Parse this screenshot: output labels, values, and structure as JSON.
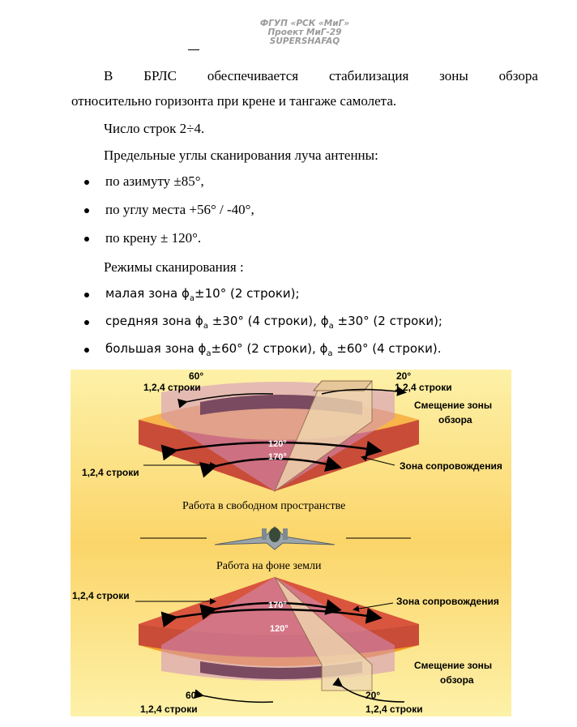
{
  "header": {
    "line1": "ФГУП «РСК «МиГ»",
    "line2": "Проект МиГ-29",
    "line3": "SUPERSHAFAQ"
  },
  "para1_words": [
    "В",
    "БРЛС",
    "обеспечивается",
    "стабилизация",
    "зоны",
    "обзора"
  ],
  "para1_line2": "относительно горизонта при крене и тангаже самолета.",
  "lines_count": "Число строк 2÷4.",
  "scan_limits_heading": "Предельные углы сканирования луча антенны:",
  "scan_limits": [
    "по азимуту ±85°,",
    "по углу места +56° / -40°,",
    "по крену  ± 120°."
  ],
  "modes_heading": "Режимы  сканирования :",
  "modes": [
    {
      "a": "малая зона ϕ",
      "b": "±10° (2 строки);"
    },
    {
      "a": "средняя зона ϕ",
      "b": " ±30°  (4 строки), ϕ",
      "c": " ±30° (2 строки);"
    },
    {
      "a": "большая зона ϕ",
      "b": "±60°  (2 строки), ϕ",
      "c": " ±60° (4 строки)."
    }
  ],
  "sub_a": "a",
  "figure": {
    "top_60": "60°",
    "top_lines_left": "1,2,4 строки",
    "top_20": "20°",
    "top_lines_right": "1,2,4 строки",
    "shift_1": "Смещение зоны",
    "shift_2": "обзора",
    "top_120": "120°",
    "top_170": "170°",
    "left_lines_top": "1,2,4 строки",
    "track_zone_top": "Зона сопровождения",
    "caption_free": "Работа в свободном пространстве",
    "caption_ground": "Работа на фоне земли",
    "left_lines_bottom": "1,2,4 строки",
    "bot_170": "170°",
    "bot_120": "120°",
    "track_zone_bottom": "Зона сопровождения",
    "bshift_1": "Смещение зоны",
    "bshift_2": "обзора",
    "bot_60": "60°",
    "bot_lines_left": "1,2,4 строки",
    "bot_20": "20°",
    "bot_lines_right": "1,2,4 строки",
    "colors": {
      "bg_top": "#fdf1a8",
      "bg_mid": "#fbd56a",
      "orange": "#f5a023",
      "red": "#d9553e",
      "pink": "#cf8fc0",
      "beam": "#f0d8b0"
    }
  }
}
